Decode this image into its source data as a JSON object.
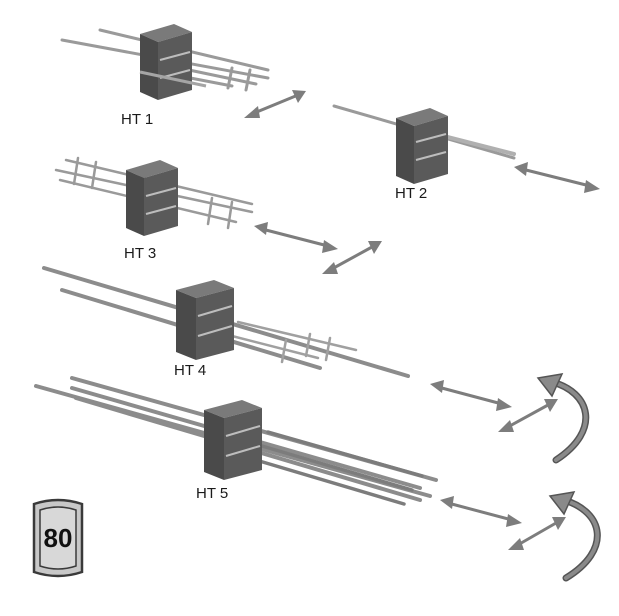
{
  "diagram": {
    "items": [
      {
        "id": "ht1",
        "label": "HT 1",
        "motion": "shift"
      },
      {
        "id": "ht2",
        "label": "HT 2",
        "motion": "shift"
      },
      {
        "id": "ht3",
        "label": "HT 3",
        "motion": "shift"
      },
      {
        "id": "ht4",
        "label": "HT 4",
        "motion": "shift-and-rotate"
      },
      {
        "id": "ht5",
        "label": "HT 5",
        "motion": "shift-and-rotate"
      }
    ],
    "badge": {
      "text": "80"
    },
    "colors": {
      "box": "#555555",
      "box_top": "#7a7a7a",
      "bar": "#8c8c8c",
      "arrow": "#7d7d7d"
    }
  }
}
